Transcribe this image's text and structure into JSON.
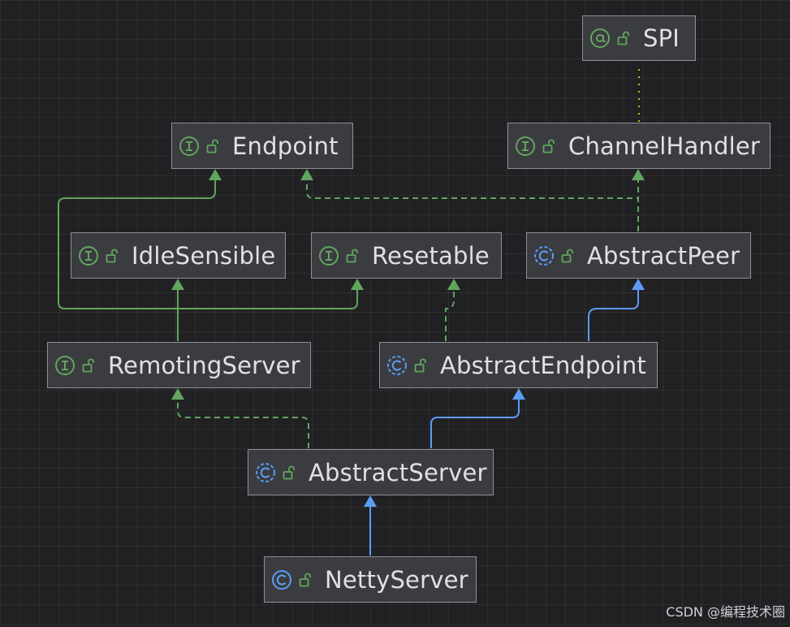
{
  "diagram": {
    "nodes": [
      {
        "id": "spi",
        "label": "SPI",
        "kind": "annotation"
      },
      {
        "id": "endpoint",
        "label": "Endpoint",
        "kind": "interface"
      },
      {
        "id": "channelhandler",
        "label": "ChannelHandler",
        "kind": "interface"
      },
      {
        "id": "idlesensible",
        "label": "IdleSensible",
        "kind": "interface"
      },
      {
        "id": "resetable",
        "label": "Resetable",
        "kind": "interface"
      },
      {
        "id": "abstractpeer",
        "label": "AbstractPeer",
        "kind": "abstract-class"
      },
      {
        "id": "remotingserver",
        "label": "RemotingServer",
        "kind": "interface"
      },
      {
        "id": "abstractendpoint",
        "label": "AbstractEndpoint",
        "kind": "abstract-class"
      },
      {
        "id": "abstractserver",
        "label": "AbstractServer",
        "kind": "abstract-class"
      },
      {
        "id": "nettyserver",
        "label": "NettyServer",
        "kind": "class"
      }
    ],
    "edges": [
      {
        "from": "channelhandler",
        "to": "spi",
        "type": "annotated"
      },
      {
        "from": "remotingserver",
        "to": "endpoint",
        "type": "extends"
      },
      {
        "from": "remotingserver",
        "to": "idlesensible",
        "type": "extends"
      },
      {
        "from": "remotingserver",
        "to": "resetable",
        "type": "extends"
      },
      {
        "from": "abstractpeer",
        "to": "endpoint",
        "type": "implements"
      },
      {
        "from": "abstractpeer",
        "to": "channelhandler",
        "type": "implements"
      },
      {
        "from": "abstractendpoint",
        "to": "resetable",
        "type": "implements"
      },
      {
        "from": "abstractendpoint",
        "to": "abstractpeer",
        "type": "extends"
      },
      {
        "from": "abstractserver",
        "to": "remotingserver",
        "type": "implements"
      },
      {
        "from": "abstractserver",
        "to": "abstractendpoint",
        "type": "extends"
      },
      {
        "from": "nettyserver",
        "to": "abstractserver",
        "type": "extends"
      }
    ]
  },
  "colors": {
    "background": "#212124",
    "node_fill": "#3b3c40",
    "node_border": "#8e9096",
    "text": "#dfe1e5",
    "interface_green": "#62a55e",
    "class_blue": "#5c9cf5",
    "annotation_yellow": "#c6b83f"
  },
  "watermark": "CSDN @编程技术圈"
}
